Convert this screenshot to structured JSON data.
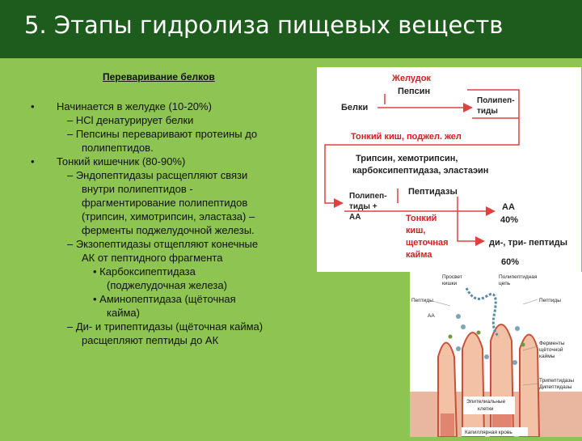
{
  "slide": {
    "title": "5. Этапы гидролиза пищевых веществ",
    "subheading": "Переваривание белков",
    "lines": [
      "Начинается в желудке (10-20%)",
      "– HCl денатурирует белки",
      "– Пепсины переваривают протеины до",
      "полипептидов.",
      "Тонкий кишечник (80-90%)",
      "– Эндопептидазы расщепляют связи",
      "внутри полипептидов  -",
      "фрагментирование полипептидов",
      "(трипсин, химотрипсин, эластаза) –",
      "ферменты поджелудочной железы.",
      "– Экзопептидазы отщепляют конечные",
      "АК от пептидного фрагмента",
      "• Карбоксипептидаза",
      "(поджелудочная железа)",
      "• Аминопептидаза (щёточная",
      "кайма)",
      "– Ди- и трипептидазы (щёточная кайма)",
      "расщепляют пептиды до АК"
    ],
    "bullet_glyph": "•"
  },
  "scheme": {
    "stomach": "Желудок",
    "pepsin": "Пепсин",
    "proteins": "Белки",
    "polypeptides_top_1": "Полипеп-",
    "polypeptides_top_2": "тиды",
    "small_int_pancreas": "Тонкий киш, поджел. жел",
    "enzymes_1": "Трипсин, хемотрипсин,",
    "enzymes_2": "карбоксипептидаза, эластаэин",
    "polypeptides_low_1": "Полипеп-",
    "polypeptides_low_2": "тиды +",
    "polypeptides_low_3": "АА",
    "peptidases": "Пептидазы",
    "aa": "АА",
    "aa_pct": "40%",
    "brush_1": "Тонкий",
    "brush_2": "киш,",
    "brush_3": "щеточная",
    "brush_4": "кайма",
    "di_tri": "ди-, три- пептиды",
    "pct_60": "60%"
  },
  "micro": {
    "lumen_1": "Просвет",
    "lumen_2": "кишки",
    "polychain_1": "Полипептидная",
    "polychain_2": "цепь",
    "peptides_left": "Пептиды",
    "peptides_right": "Пептиды",
    "aa_left": "АА",
    "brush_enz_1": "Ферменты",
    "brush_enz_2": "щёточной",
    "brush_enz_3": "каймы",
    "tri_1": "Трипептидазы",
    "tri_2": "Дипептидазы",
    "epi_1": "Эпителиальные",
    "epi_2": "клетки",
    "capillaries": "Капиллярная кровь"
  },
  "colors": {
    "title_bg": "#1d5c1d",
    "slide_bg": "#8dc452",
    "red": "#d21f1f",
    "arrow": "#e04040"
  }
}
